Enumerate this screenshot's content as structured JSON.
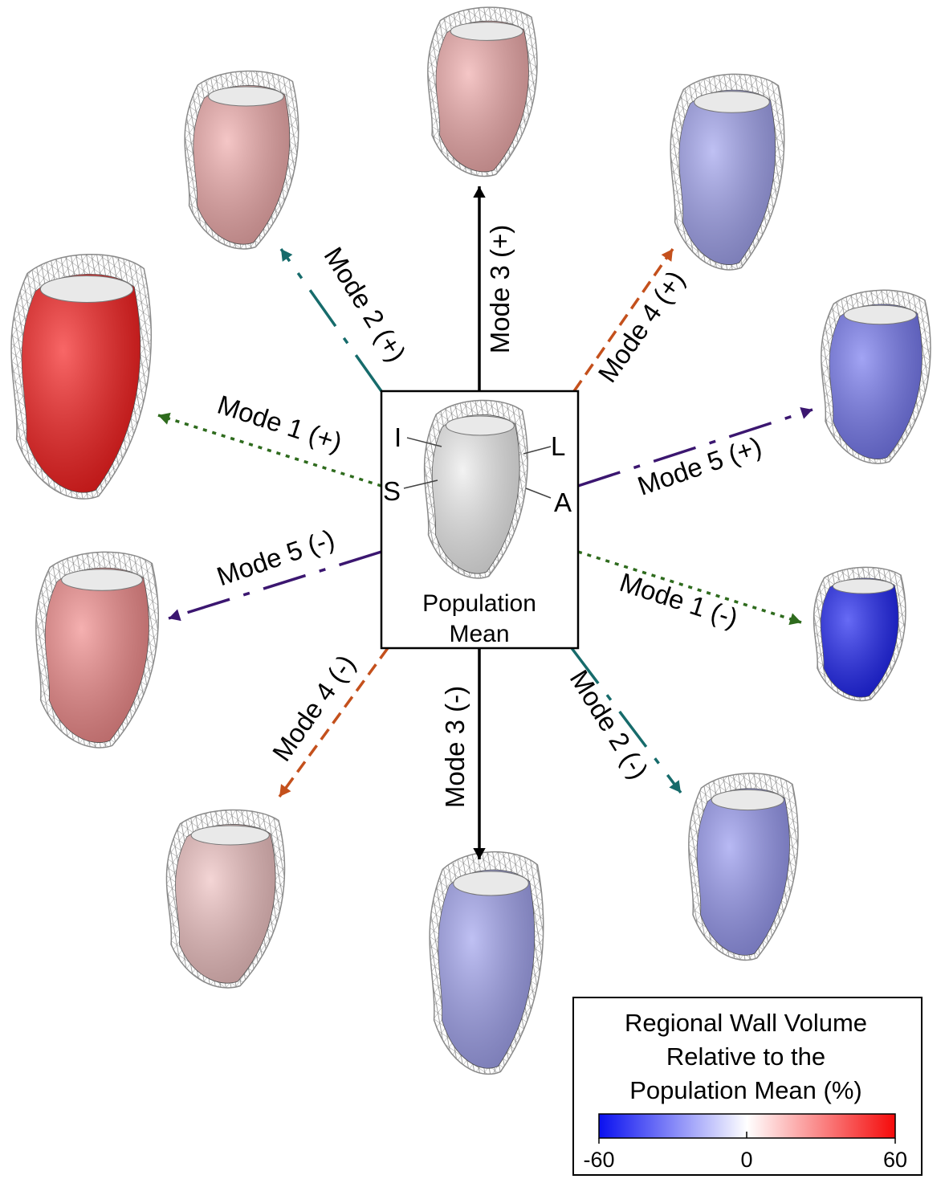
{
  "center": {
    "caption_line1": "Population",
    "caption_line2": "Mean",
    "axis_letters": {
      "inferior": "I",
      "lateral": "L",
      "septal": "S",
      "anterior": "A"
    }
  },
  "modes": [
    {
      "id": "m3p",
      "label": "Mode 3 (+)",
      "color": "#000000",
      "dash": "solid",
      "shape_tint": 0.3
    },
    {
      "id": "m4p",
      "label": "Mode 4 (+)",
      "color": "#c4501c",
      "dash": "dashed",
      "shape_tint": -0.35
    },
    {
      "id": "m5p",
      "label": "Mode 5 (+)",
      "color": "#3b1670",
      "dash": "dashdot",
      "shape_tint": -0.55
    },
    {
      "id": "m1n",
      "label": "Mode 1 (-)",
      "color": "#2e6b1d",
      "dash": "dotted",
      "shape_tint": -0.95
    },
    {
      "id": "m2n",
      "label": "Mode 2 (-)",
      "color": "#166b6b",
      "dash": "dashdot",
      "shape_tint": -0.4
    },
    {
      "id": "m3n",
      "label": "Mode 3 (-)",
      "color": "#000000",
      "dash": "solid",
      "shape_tint": -0.35
    },
    {
      "id": "m4n",
      "label": "Mode 4 (-)",
      "color": "#c4501c",
      "dash": "dashed",
      "shape_tint": 0.2
    },
    {
      "id": "m5n",
      "label": "Mode 5 (-)",
      "color": "#3b1670",
      "dash": "dashdot",
      "shape_tint": 0.45
    },
    {
      "id": "m1p",
      "label": "Mode 1 (+)",
      "color": "#2e6b1d",
      "dash": "dotted",
      "shape_tint": 0.95
    },
    {
      "id": "m2p",
      "label": "Mode 2 (+)",
      "color": "#166b6b",
      "dash": "dashdot",
      "shape_tint": 0.3
    }
  ],
  "legend": {
    "title_line1": "Regional Wall Volume",
    "title_line2": "Relative to the",
    "title_line3": "Population Mean (%)",
    "tick_min": "-60",
    "tick_mid": "0",
    "tick_max": "60",
    "color_low": "#0a10f0",
    "color_mid": "#ffffff",
    "color_high": "#f50a0a"
  }
}
